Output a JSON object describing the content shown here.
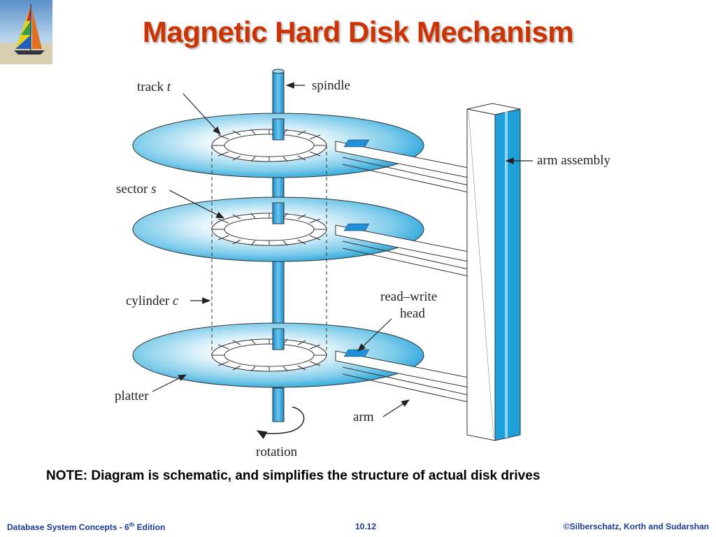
{
  "slide": {
    "title": "Magnetic Hard Disk Mechanism",
    "note": "NOTE: Diagram is schematic, and simplifies the structure of actual disk drives"
  },
  "diagram": {
    "labels": {
      "track": "track",
      "track_var": "t",
      "spindle": "spindle",
      "arm_assembly": "arm assembly",
      "sector": "sector",
      "sector_var": "s",
      "cylinder": "cylinder",
      "cylinder_var": "c",
      "read_write_line1": "read–write",
      "read_write_line2": "head",
      "platter": "platter",
      "arm": "arm",
      "rotation": "rotation"
    },
    "colors": {
      "platter": "#1ea0d8",
      "arm_assembly": "#1ea0d8",
      "head": "#1e8fd8"
    }
  },
  "footer": {
    "left_prefix": "Database System Concepts - 6",
    "left_sup": "th",
    "left_suffix": " Edition",
    "center": "10.12",
    "right": "©Silberschatz, Korth and Sudarshan"
  }
}
